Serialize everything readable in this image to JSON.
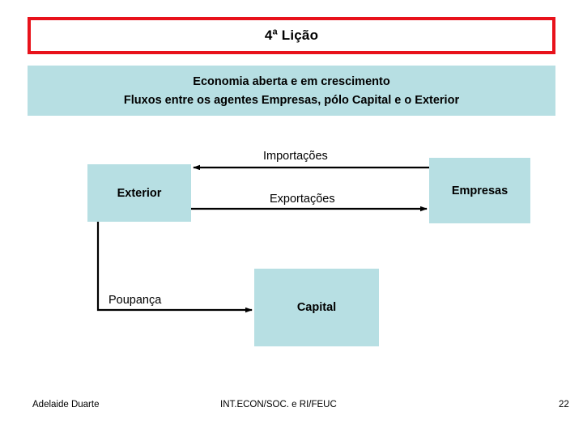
{
  "slide": {
    "title": {
      "prefix": "4",
      "ordinal": "a",
      "suffix": " Lição",
      "full": "4ª Lição"
    },
    "subtitle": {
      "line1": "Economia aberta e em crescimento",
      "line2": "Fluxos entre os agentes Empresas, pólo Capital e o Exterior"
    }
  },
  "diagram": {
    "nodes": [
      {
        "id": "exterior",
        "label": "Exterior"
      },
      {
        "id": "empresas",
        "label": "Empresas"
      },
      {
        "id": "capital",
        "label": "Capital"
      }
    ],
    "flows": [
      {
        "id": "importacoes",
        "label": "Importações",
        "from": "empresas",
        "to": "exterior",
        "direction": "left"
      },
      {
        "id": "exportacoes",
        "label": "Exportações",
        "from": "exterior",
        "to": "empresas",
        "direction": "right"
      },
      {
        "id": "poupanca",
        "label": "Poupança",
        "from": "exterior",
        "to": "capital",
        "direction": "elbow-down-right"
      }
    ]
  },
  "footer": {
    "author": "Adelaide Duarte",
    "course": "INT.ECON/SOC. e RI/FEUC",
    "page": "22"
  },
  "colors": {
    "box_fill": "#b7dfe3",
    "title_border": "#e8121b",
    "background": "#ffffff",
    "text": "#000000",
    "arrow": "#000000"
  }
}
